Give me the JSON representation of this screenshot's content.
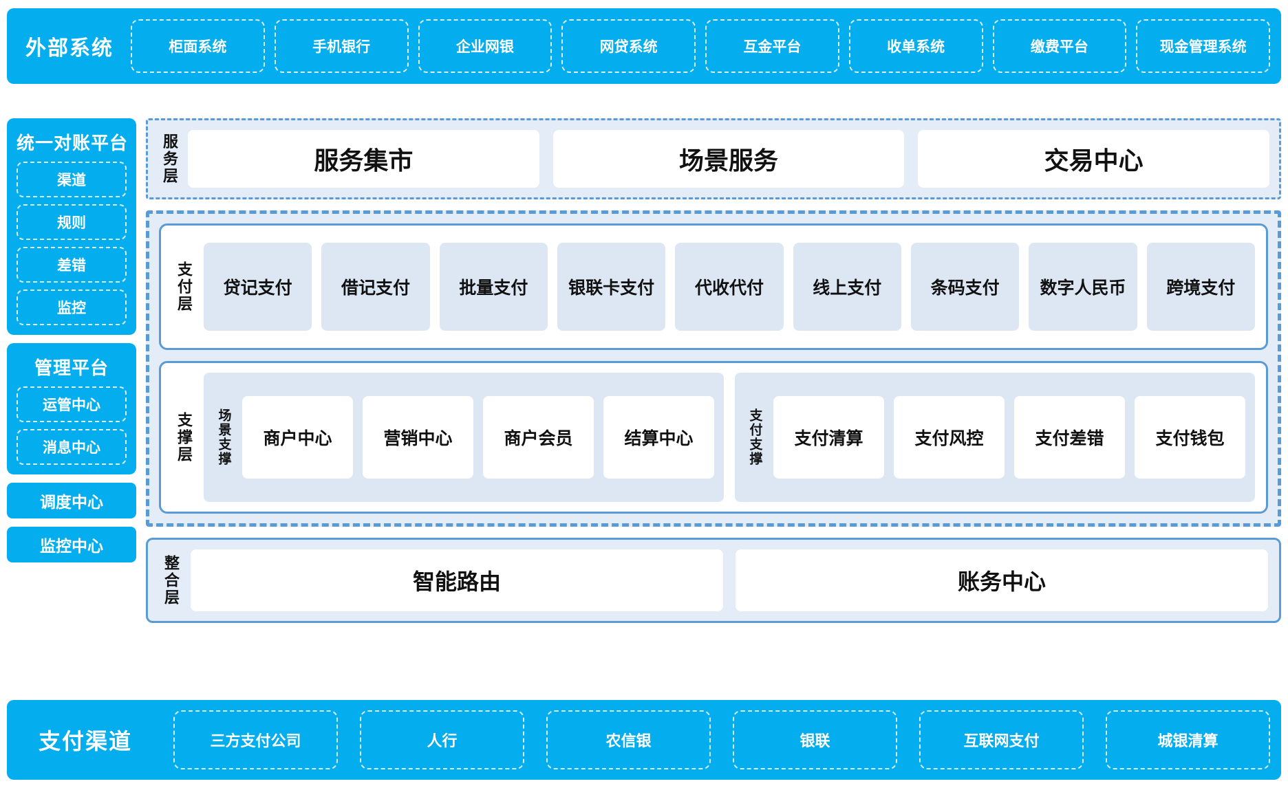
{
  "external_systems": {
    "title": "外部系统",
    "items": [
      {
        "label": "柜面系统"
      },
      {
        "label": "手机银行"
      },
      {
        "label": "企业网银"
      },
      {
        "label": "网贷系统"
      },
      {
        "label": "互金平台"
      },
      {
        "label": "收单系统"
      },
      {
        "label": "缴费平台"
      },
      {
        "label": "现金管理系统"
      }
    ]
  },
  "sidebar": {
    "recon_platform": {
      "title": "统一对账平台",
      "items": [
        {
          "label": "渠道"
        },
        {
          "label": "规则"
        },
        {
          "label": "差错"
        },
        {
          "label": "监控"
        }
      ]
    },
    "mgmt_platform": {
      "title": "管理平台",
      "items": [
        {
          "label": "运管中心"
        },
        {
          "label": "消息中心"
        }
      ]
    },
    "standalone": [
      {
        "label": "调度中心"
      },
      {
        "label": "监控中心"
      }
    ]
  },
  "service_layer": {
    "label": "服务层",
    "items": [
      {
        "label": "服务集市"
      },
      {
        "label": "场景服务"
      },
      {
        "label": "交易中心"
      }
    ]
  },
  "payment_layer": {
    "label": "支付层",
    "items": [
      {
        "label": "贷记支付"
      },
      {
        "label": "借记支付"
      },
      {
        "label": "批量支付"
      },
      {
        "label": "银联卡支付"
      },
      {
        "label": "代收代付"
      },
      {
        "label": "线上支付"
      },
      {
        "label": "条码支付"
      },
      {
        "label": "数字人民币"
      },
      {
        "label": "跨境支付"
      }
    ]
  },
  "support_layer": {
    "label": "支撑层",
    "groups": [
      {
        "label": "场景支撑",
        "items": [
          {
            "label": "商户中心"
          },
          {
            "label": "营销中心"
          },
          {
            "label": "商户会员"
          },
          {
            "label": "结算中心"
          }
        ]
      },
      {
        "label": "支付支撑",
        "items": [
          {
            "label": "支付清算"
          },
          {
            "label": "支付风控"
          },
          {
            "label": "支付差错"
          },
          {
            "label": "支付钱包"
          }
        ]
      }
    ]
  },
  "integration_layer": {
    "label": "整合层",
    "items": [
      {
        "label": "智能路由"
      },
      {
        "label": "账务中心"
      }
    ]
  },
  "payment_channels": {
    "title": "支付渠道",
    "items": [
      {
        "label": "三方支付公司"
      },
      {
        "label": "人行"
      },
      {
        "label": "农信银"
      },
      {
        "label": "银联"
      },
      {
        "label": "互联网支付"
      },
      {
        "label": "城银清算"
      }
    ]
  },
  "colors": {
    "brand_blue": "#03ADEE",
    "layer_border_blue": "#5B9BD5",
    "layer_bg_blue": "#E3ECF7",
    "tile_blue": "#DDE7F4",
    "white": "#FFFFFF"
  }
}
